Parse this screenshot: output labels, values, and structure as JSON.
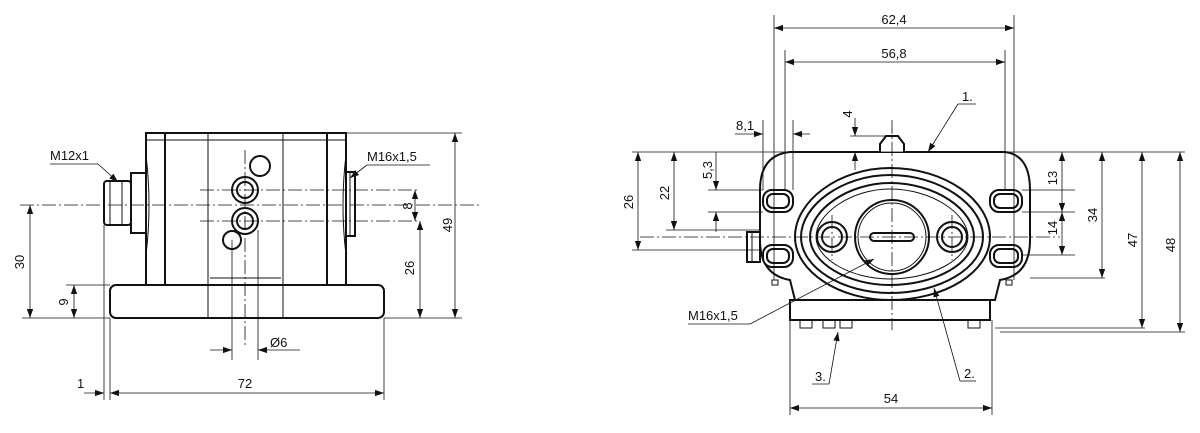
{
  "side_view": {
    "labels": {
      "thread_left": "M12x1",
      "thread_right": "M16x1,5",
      "dim_height_total": "49",
      "dim_height_axis": "26",
      "dim_hole_spacing": "8",
      "dim_axis_height": "30",
      "dim_base_height": "9",
      "dim_hole_dia": "Ø6",
      "dim_offset": "1",
      "dim_width": "72"
    }
  },
  "front_view": {
    "labels": {
      "dim_outer_width": "62,4",
      "dim_inner_width": "56,8",
      "dim_slot_width": "8,1",
      "dim_pin": "4",
      "dim_slot_height": "5,3",
      "dim_26": "26",
      "dim_22": "22",
      "dim_13": "13",
      "dim_14": "14",
      "dim_34": "34",
      "dim_47": "47",
      "dim_48": "48",
      "thread": "M16x1,5",
      "dim_base_width": "54",
      "callout_1": "1.",
      "callout_2": "2.",
      "callout_3": "3."
    }
  }
}
